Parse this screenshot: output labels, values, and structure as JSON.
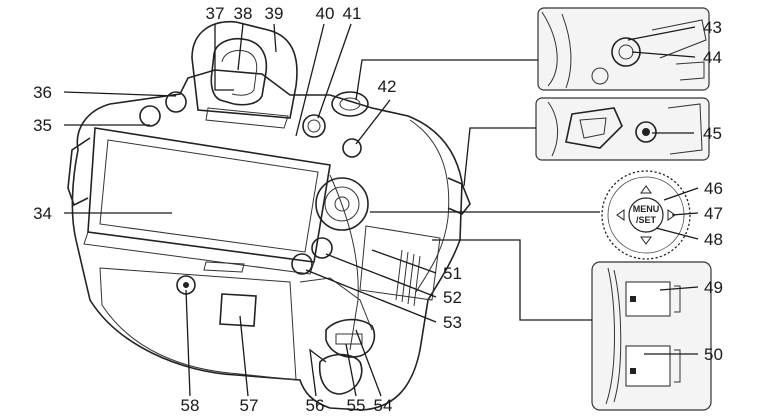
{
  "callouts": {
    "c34": "34",
    "c35": "35",
    "c36": "36",
    "c37": "37",
    "c38": "38",
    "c39": "39",
    "c40": "40",
    "c41": "41",
    "c42": "42",
    "c43": "43",
    "c44": "44",
    "c45": "45",
    "c46": "46",
    "c47": "47",
    "c48": "48",
    "c49": "49",
    "c50": "50",
    "c51": "51",
    "c52": "52",
    "c53": "53",
    "c54": "54",
    "c55": "55",
    "c56": "56",
    "c57": "57",
    "c58": "58"
  },
  "dial": {
    "menu_label": "MENU",
    "set_label": "/SET"
  },
  "colors": {
    "ink": "#1a1a1a",
    "body_fill": "#ffffff",
    "detail_fill": "#f4f4f4"
  }
}
